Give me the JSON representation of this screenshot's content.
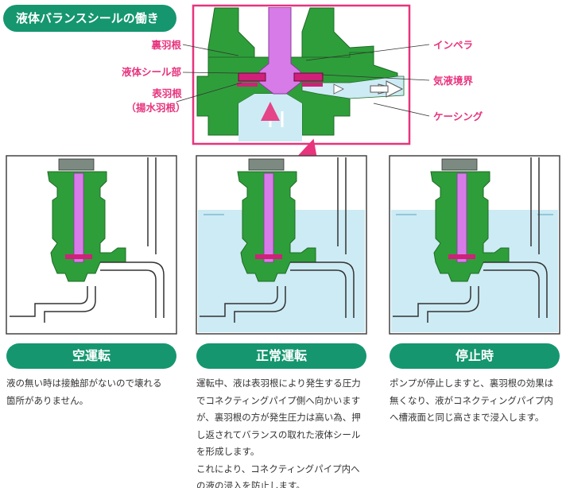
{
  "title": "液体バランスシールの働き",
  "detail_labels": {
    "back_vane": "裏羽根",
    "seal_part": "液体シール部",
    "front_vane_line1": "表羽根",
    "front_vane_line2": "（揚水羽根）",
    "impeller": "インペラ",
    "gas_liquid_boundary": "気液境界",
    "casing": "ケーシング"
  },
  "modes": [
    {
      "label": "空運転",
      "description": [
        "液の無い時は接触部がないので壊れる",
        "箇所がありません。"
      ]
    },
    {
      "label": "正常運転",
      "description": [
        "運転中、液は表羽根により発生する圧力",
        "でコネクティングパイプ側へ向かいます",
        "が、裏羽根の方が発生圧力は高い為、押",
        "し返されてバランスの取れた液体シール",
        "を形成します。",
        "これにより、コネクティングパイプ内へ",
        "の液の浸入を防止します。"
      ]
    },
    {
      "label": "停止時",
      "description": [
        "ポンプが停止しますと、裏羽根の効果は",
        "無くなり、液がコネクティングパイプ内",
        "へ槽液面と同じ高さまで浸入します。"
      ]
    }
  ],
  "colors": {
    "accent_green": "#15966f",
    "pump_green": "#2e9e3a",
    "shaft_violet": "#d77be8",
    "seal_magenta": "#d0207a",
    "liquid_blue": "#cdebf4",
    "pink_highlight": "#e8337d"
  }
}
